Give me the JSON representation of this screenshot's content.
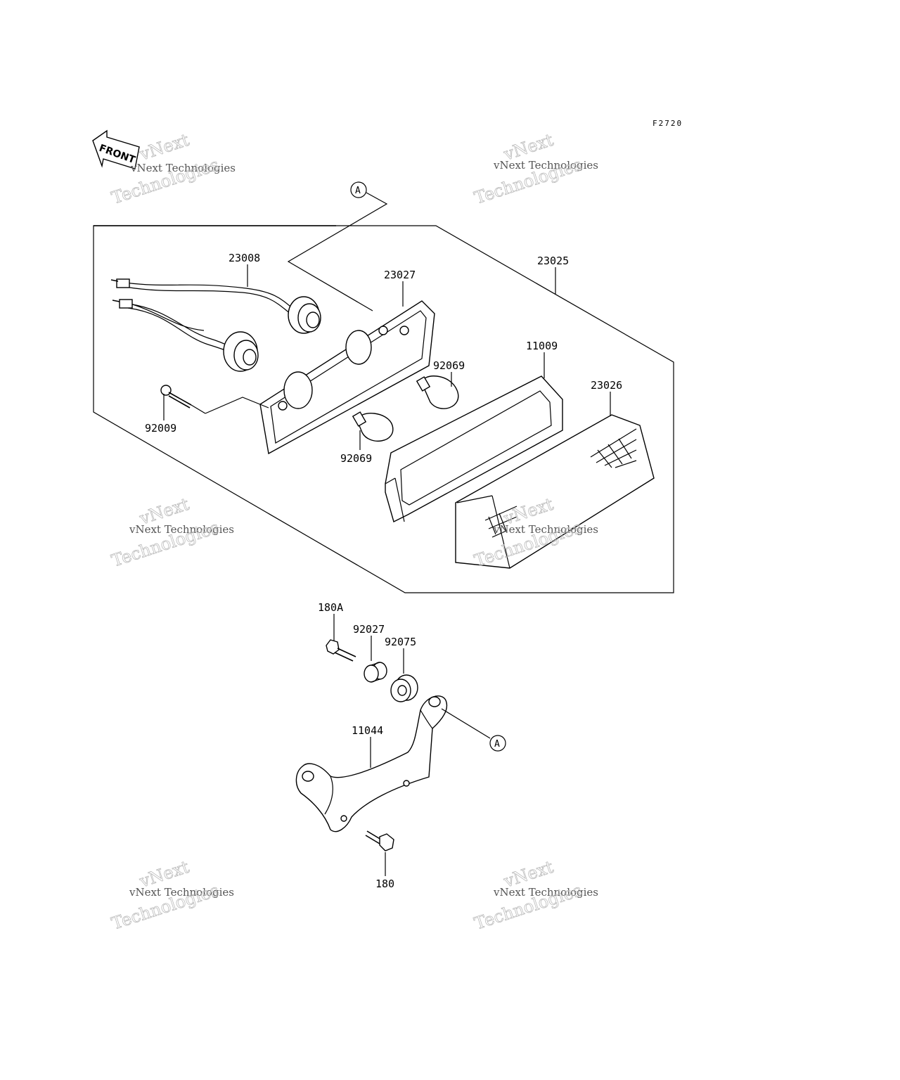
{
  "figure_code": "F2720",
  "front_label": "FRONT",
  "ref_marker": "A",
  "watermark": {
    "line1": "vNext",
    "line2": "vNext Technologies",
    "line3": "Technologies"
  },
  "parts": {
    "p23008": "23008",
    "p23027": "23027",
    "p23025": "23025",
    "p11009": "11009",
    "p92069a": "92069",
    "p92069b": "92069",
    "p23026": "23026",
    "p92009": "92009",
    "p180A": "180A",
    "p92027": "92027",
    "p92075": "92075",
    "p11044": "11044",
    "p180": "180"
  }
}
